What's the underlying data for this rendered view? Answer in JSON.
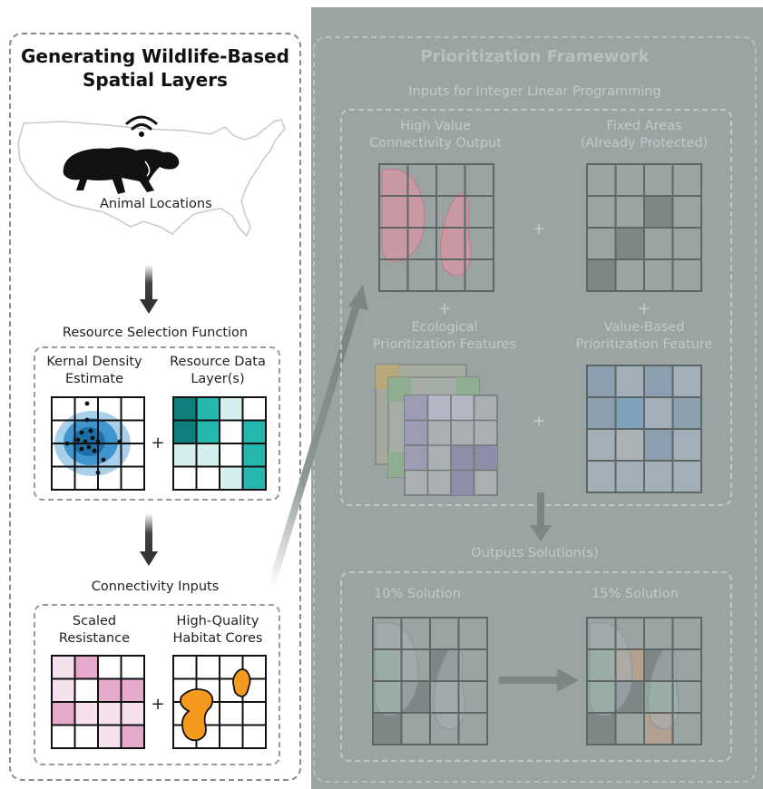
{
  "left": {
    "title_line1": "Generating Wildlife-Based",
    "title_line2": "Spatial Layers",
    "animal_label": "Animal Locations",
    "rsf_label": "Resource Selection Function",
    "kde_line1": "Kernal Density",
    "kde_line2": "Estimate",
    "resource_line1": "Resource Data",
    "resource_line2": "Layer(s)",
    "connectivity_label": "Connectivity Inputs",
    "scaled_line1": "Scaled",
    "scaled_line2": "Resistance",
    "habitat_line1": "High-Quality",
    "habitat_line2": "Habitat Cores",
    "plus": "+"
  },
  "right": {
    "title": "Prioritization Framework",
    "inputs_label": "Inputs for Integer Linear Programming",
    "hv_line1": "High Value",
    "hv_line2": "Connectivity Output",
    "fixed_line1": "Fixed Areas",
    "fixed_line2": "(Already Protected)",
    "eco_line1": "Ecological",
    "eco_line2": "Prioritization Features",
    "value_line1": "Value-Based",
    "value_line2": "Prioritization Feature",
    "outputs_label": "Outputs Solution(s)",
    "sol10": "10% Solution",
    "sol15": "15% Solution",
    "plus": "+"
  },
  "colors": {
    "kde_dark": "#1d6fa8",
    "kde_mid": "#3f95cf",
    "kde_light": "#a9cfe9",
    "teal_dark": "#0f7f7c",
    "teal": "#26b6b0",
    "teal_light": "#d4efed",
    "pink": "#e6a9cb",
    "pink_light": "#f7e1ee",
    "orange": "#f59a1e",
    "panel_bg": "#9aa4a3"
  },
  "icons": [
    "wifi-icon",
    "wolverine-icon",
    "usa-map-outline",
    "down-arrow-icon",
    "diagonal-arrow-icon",
    "right-arrow-icon"
  ]
}
